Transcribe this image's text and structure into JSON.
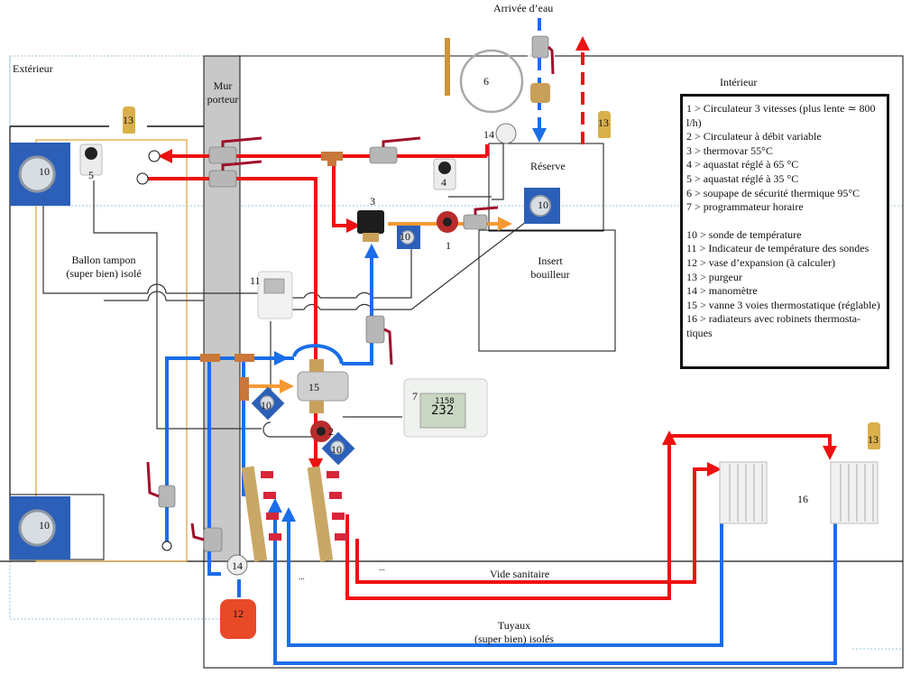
{
  "title": "Schéma hydraulique chauffage insert bouilleur",
  "zones": {
    "exterieur": "Extérieur",
    "interieur": "Intérieur",
    "mur_line1": "Mur",
    "mur_line2": "porteur",
    "arrivee_eau": "Arrivée d’eau",
    "reserve": "Réserve",
    "insert_line1": "Insert",
    "insert_line2": "bouilleur",
    "ballon_line1": "Ballon tampon",
    "ballon_line2": "(super bien) isolé",
    "vide_sanitaire": "Vide sanitaire",
    "tuyaux_line1": "Tuyaux",
    "tuyaux_line2": "(super bien) isolés",
    "ellipsis": "..."
  },
  "component_numbers": {
    "circulateur_3v": "1",
    "circulateur_var": "2",
    "thermovar": "3",
    "aquastat_65": "4",
    "aquastat_35": "5",
    "soupape": "6",
    "programmateur": "7",
    "sonde": "10",
    "indicateur": "11",
    "vase": "12",
    "purgeur": "13",
    "manometre": "14",
    "vanne_3v": "15",
    "radiateurs": "16"
  },
  "programmer_display": {
    "time": "1158",
    "temp": "232"
  },
  "legend": {
    "items_a": [
      {
        "num": "1",
        "text": "> Circulateur 3 vitesses (plus lente ≃ 800 l/h)"
      },
      {
        "num": "2",
        "text": "> Circulateur à débit variable"
      },
      {
        "num": "3",
        "text": "> thermovar 55°C"
      },
      {
        "num": "4",
        "text": "> aquastat réglé à 65 °C"
      },
      {
        "num": "5",
        "text": "> aquastat réglé à 35 °C"
      },
      {
        "num": "6",
        "text": "> soupape de sécurité thermique 95°C"
      },
      {
        "num": "7",
        "text": "> programmateur horaire"
      }
    ],
    "items_b": [
      {
        "num": "10",
        "text": "> sonde de température"
      },
      {
        "num": "11",
        "text": "> Indicateur de température des sondes"
      },
      {
        "num": "12",
        "text": "> vase d’expansion (à calculer)"
      },
      {
        "num": "13",
        "text": "> purgeur"
      },
      {
        "num": "14",
        "text": "> manomètre"
      },
      {
        "num": "15",
        "text": "> vanne 3 voies thermostatique (réglable)"
      },
      {
        "num": "16",
        "text": "> radiateurs avec robinets thermosta-tiques"
      }
    ]
  },
  "colors": {
    "hot": "#ee1111",
    "cold": "#1a6ee8",
    "mixed": "#f59a32",
    "wall": "#c8c8c8",
    "ballon_border": "#e0a030"
  }
}
